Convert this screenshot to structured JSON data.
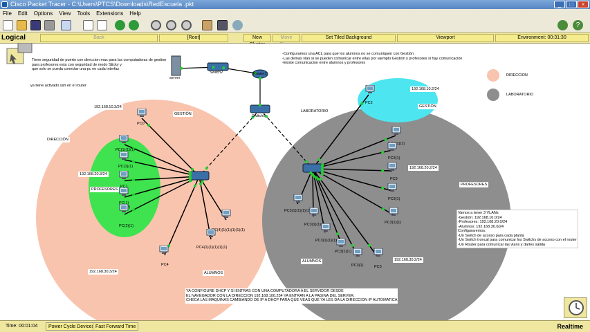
{
  "window": {
    "title": "Cisco Packet Tracer - C:\\Users\\PTCS\\Downloads\\RedEscuela .pkt"
  },
  "menu": [
    "File",
    "Edit",
    "Options",
    "View",
    "Tools",
    "Extensions",
    "Help"
  ],
  "workbar": {
    "mode": "Logical",
    "back": "Back",
    "root": "[Root]",
    "new_cluster": "New Cluster",
    "move_object": "Move Object",
    "set_tiled_bg": "Set Tiled Background",
    "viewport": "Viewport",
    "environment": "Environment: 00:31:30"
  },
  "status": {
    "time": "Time: 00:01:04",
    "power_cycle": "Power Cycle Devices",
    "fast_forward": "Fast Forward Time",
    "realtime": "Realtime"
  },
  "colors": {
    "direccion": "#f9c4ae",
    "laboratorio": "#8e8e8e",
    "profesores": "#3fe34f",
    "gestion": "#4de6f0"
  },
  "legend": {
    "direccion": "DIRECCION",
    "laboratorio": "LABORATORIO"
  },
  "notes": {
    "top_left": "Tiene seguridad de puerto con direccion mac para las computadoras de gestion\npara profesores esta con seguridad de modo Sticky y\nque solo se pueda conectar una pc en cada interfaz",
    "ssh": "ya tiene activado ssh en el router",
    "top_middle": "-Configuramos una ACL para que los alumnos no se comuniquen con Gestión\n-Las demás vlan si se pueden comunicar entre ellas por ejemplo Gestión y profesores si hay comunicación\n-Existe comunicacion entre alumnos y profesores",
    "vlans": "Vamos a tener 3 VLANs\n-Gestión: 192.168.10.0/24\n-Profesores: 192.168.20.0/24\n-Alumnos: 192.168.30.0/24\nConfiguraremos:\n-Un Switch de acceso para cada planta\n-Un Switch troncal para comunicar los Switchs de acceso con el router\n-Un Router para comunicar las vlans y darles salida",
    "dhcp": "YA CONFIGURE DHCP Y SI ENTRAS CON UNA COMPUTADORA A EL SERVIDOR DESDE\nEL NAVEGADOR CON LA DIRECCION 192.168.100.254 YA ENTRAN A LA PAGINA DEL SERVER.\nCHECA LAS MAQUINAS CAMBIANDO DE IP A DHCP PARA QUE VEAS QUE YA LES DA LA DIRECCION IP AUTOMATICA"
  },
  "zones": {
    "direccion": "DIRECCIÓN",
    "gestion_left": "GESTIÓN",
    "profesores_left": "PROFESORES",
    "alumnos_left": "ALUMNOS",
    "laboratorio": "LABORATORIO",
    "gestion_right": "GESTIÓN",
    "profesores_right": "PROFESORES",
    "alumnos_right": "ALUMNOS"
  },
  "ips": {
    "l_gestion": "192.168.10.3/24",
    "l_profesores": "192.168.20.3/24",
    "l_alumnos": "192.168.30.3/24",
    "r_gestion": "192.168.10.2/24",
    "r_profesores": "192.168.20.2/24",
    "r_alumnos": "192.168.30.2/24"
  },
  "devices": {
    "server": "server",
    "switch2": "Switch2",
    "router1": "Router1",
    "switch0": "Switch0",
    "pc0": "PC0",
    "pc_l1": "PC(1)(1)(1)",
    "pc_l2": "PC(1)(1)",
    "pc_l3": "PC1",
    "pc_l4": "PC(1)",
    "pc_l5": "PC(2)",
    "pc_l6": "PC(2)(1)",
    "pc_l7": "PC(4)(1)(1)(1)(1)(1)",
    "pc_l8": "PC4(1)(1)(1)(1)(1)",
    "pc_l9": "PC4",
    "pc2": "PC2",
    "pc_r1": "PC3(1)(1)",
    "pc_r2": "PC3(1)",
    "pc_r3": "PC3",
    "pc_r4": "PC3(1)",
    "pc_r5": "PC3(1)(1)",
    "pc_r6": "PC3(1)(1)(1)(1)",
    "pc_r7": "PC3(1)(1)(1)",
    "pc_r8": "PC3(1)(1)(1)",
    "pc_r9": "PC3(1)(1)",
    "pc_r10": "PC3(1)",
    "pc_r11": "PC3"
  }
}
